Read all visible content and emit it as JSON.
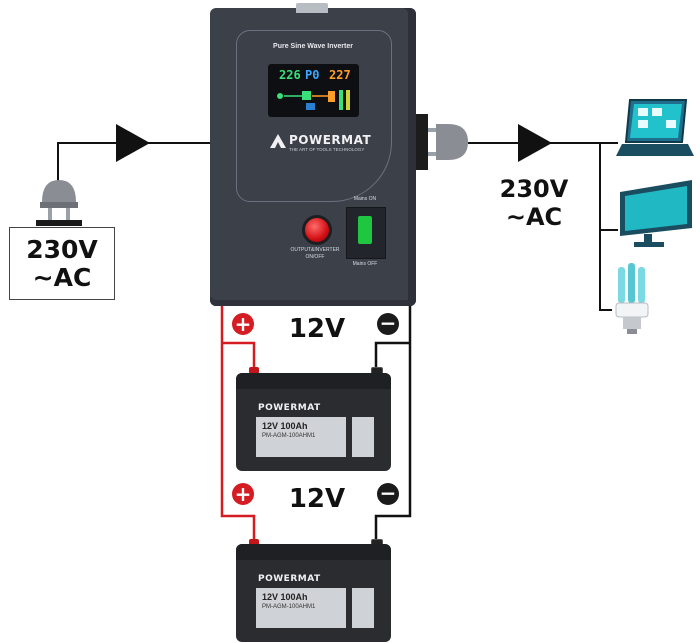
{
  "inverter": {
    "title": "Pure Sine Wave Inverter",
    "lcd": {
      "input_value": "226",
      "mode": "P0",
      "output_value": "227"
    },
    "brand": "POWERMAT",
    "tagline": "THE ART OF TOOLS TECHNOLOGY",
    "power_button_label_1": "OUTPUT&INVERTER",
    "power_button_label_2": "ON/OFF",
    "mains_on_label": "Mains ON",
    "mains_off_label": "Mains OFF"
  },
  "input_source": {
    "voltage": "230V",
    "type": "~AC"
  },
  "output": {
    "voltage": "230V",
    "type": "~AC"
  },
  "batteries": [
    {
      "brand": "POWERMAT",
      "rating": "12V 100Ah",
      "model": "PM-AGM-100AHM1",
      "pos_label": "+",
      "neg_label": "−",
      "voltage_label": "12V"
    },
    {
      "brand": "POWERMAT",
      "rating": "12V 100Ah",
      "model": "PM-AGM-100AHM1",
      "pos_label": "+",
      "neg_label": "−",
      "voltage_label": "12V"
    }
  ],
  "loads": [
    "laptop-icon",
    "monitor-icon",
    "lightbulb-icon"
  ],
  "colors": {
    "inverter_body": "#3c4049",
    "positive_wire": "#d51c22",
    "negative_wire": "#111111",
    "lcd_green": "#39e07a",
    "lcd_orange": "#ff9f2a",
    "device_cyan": "#1fb8c3",
    "switch_green": "#1fc640"
  }
}
